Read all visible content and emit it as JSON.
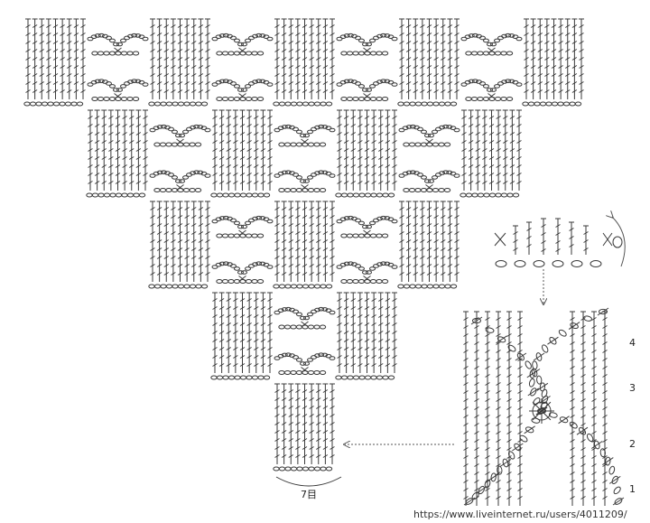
{
  "diagram": {
    "start_label": "7目",
    "row_numbers": [
      "4",
      "3",
      "2",
      "1"
    ],
    "watermark": "https://www.liveinternet.ru/users/4011209/",
    "colors": {
      "ink": "#3a3a3a",
      "background": "#ffffff"
    },
    "pyramid_rows": [
      {
        "row": 1,
        "blocks": [
          "dc",
          "fan",
          "dc",
          "fan",
          "dc",
          "fan",
          "dc",
          "fan",
          "dc"
        ]
      },
      {
        "row": 2,
        "blocks": [
          "dc",
          "fan",
          "dc",
          "fan",
          "dc",
          "fan",
          "dc"
        ]
      },
      {
        "row": 3,
        "blocks": [
          "dc",
          "fan",
          "dc",
          "fan",
          "dc"
        ]
      },
      {
        "row": 4,
        "blocks": [
          "dc",
          "fan",
          "dc"
        ]
      },
      {
        "row": 5,
        "blocks": [
          "dc"
        ]
      }
    ]
  }
}
